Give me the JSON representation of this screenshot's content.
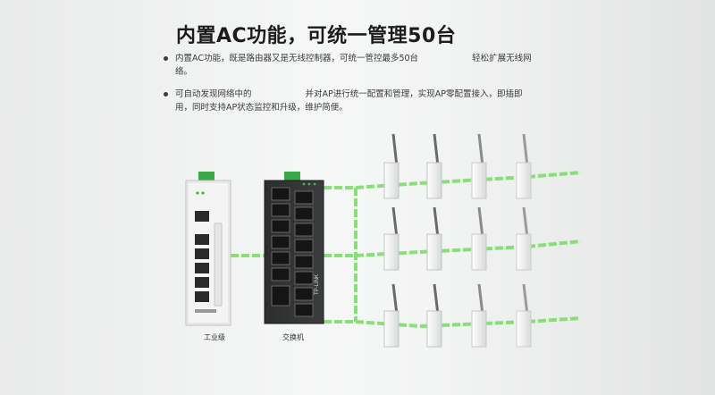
{
  "title": "内置AC功能，可统一管理50台",
  "bullets": [
    {
      "part1": "内置AC功能，既是路由器又是无线控制器，可统一管控最多50台",
      "part2": "轻松扩展无线网络。"
    },
    {
      "part1": "可自动发现网络中的",
      "part2": "并对AP进行统一配置和管理，实现AP零配置接入，即插即用，同时支持AP状态监控和升级，维护简便。"
    }
  ],
  "devices": {
    "router_label": "工业级",
    "switch_label": "交换机",
    "switch_brand": "TP-LINK"
  },
  "colors": {
    "link": "#7fdc6e",
    "tab": "#3aa84a"
  }
}
